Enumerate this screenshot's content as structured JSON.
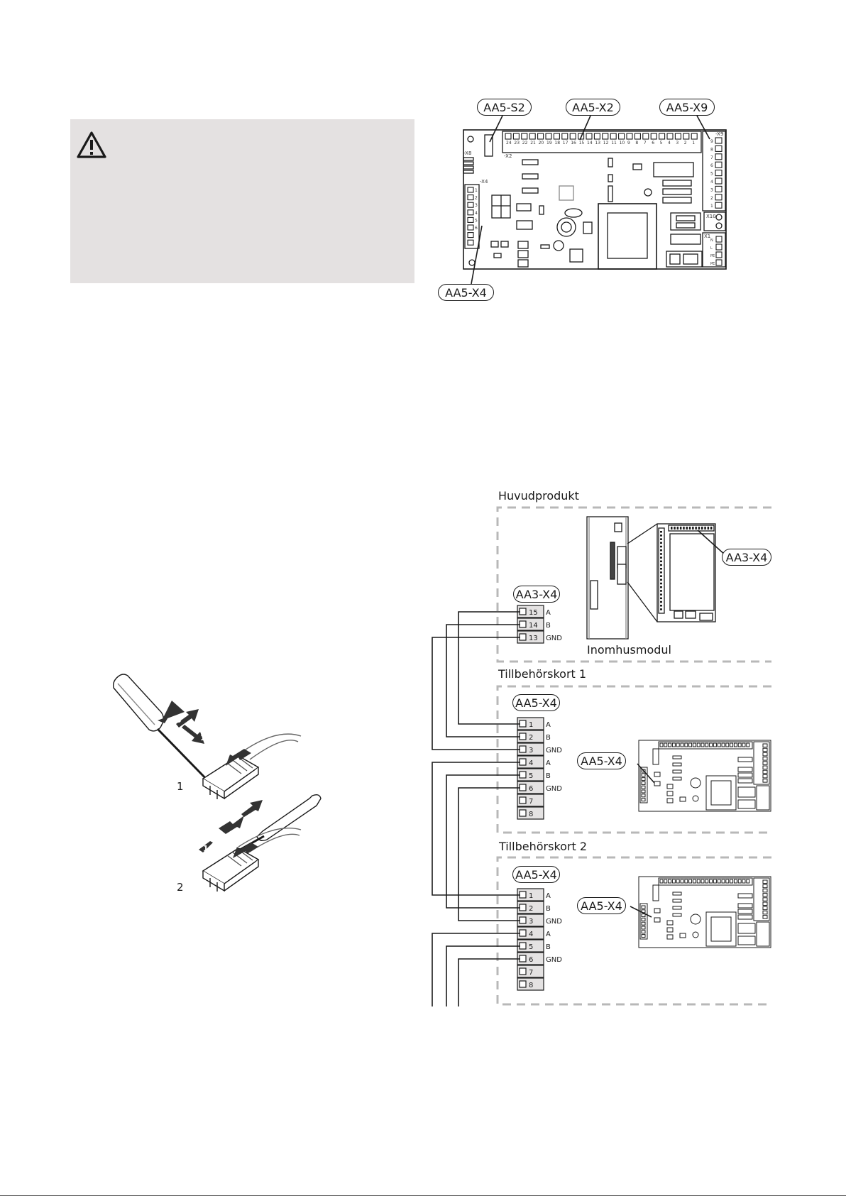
{
  "board_diagram": {
    "callouts": {
      "s2": "AA5-S2",
      "x2": "AA5-X2",
      "x9": "AA5-X9",
      "x4": "AA5-X4"
    },
    "pin_labels": {
      "x8": "-X8",
      "x2": "-X2",
      "x9": "-X9",
      "x4": "-X4",
      "x10": "X10",
      "x1": "X1",
      "x2_numbers": [
        "24",
        "23",
        "22",
        "21",
        "20",
        "19",
        "18",
        "17",
        "16",
        "15",
        "14",
        "13",
        "12",
        "11",
        "10",
        "9",
        "8",
        "7",
        "6",
        "5",
        "4",
        "3",
        "2",
        "1"
      ],
      "x9_numbers": [
        "9",
        "8",
        "7",
        "6",
        "5",
        "4",
        "3",
        "2",
        "1"
      ],
      "x4_numbers": [
        "1",
        "2",
        "3",
        "4",
        "5",
        "6"
      ],
      "x1_pins": [
        "N",
        "L",
        "PE",
        "PE"
      ]
    }
  },
  "tool_figure": {
    "step_1": "1",
    "step_2": "2",
    "arrows_1": [
      "3",
      "1",
      "2"
    ],
    "arrows_2": [
      "2",
      "4",
      "1",
      "3"
    ]
  },
  "wiring": {
    "main": {
      "title": "Huvudprodukt",
      "module_label": "Inomhusmodul",
      "callout_terminal": "AA3-X4",
      "callout_board": "AA3-X4",
      "terminals": [
        {
          "num": "15",
          "sig": "A"
        },
        {
          "num": "14",
          "sig": "B"
        },
        {
          "num": "13",
          "sig": "GND"
        }
      ]
    },
    "acc1": {
      "title": "Tillbehörskort 1",
      "callout_terminal": "AA5-X4",
      "callout_board": "AA5-X4",
      "terminals": [
        {
          "num": "1",
          "sig": "A"
        },
        {
          "num": "2",
          "sig": "B"
        },
        {
          "num": "3",
          "sig": "GND"
        },
        {
          "num": "4",
          "sig": "A"
        },
        {
          "num": "5",
          "sig": "B"
        },
        {
          "num": "6",
          "sig": "GND"
        },
        {
          "num": "7",
          "sig": ""
        },
        {
          "num": "8",
          "sig": ""
        }
      ]
    },
    "acc2": {
      "title": "Tillbehörskort 2",
      "callout_terminal": "AA5-X4",
      "callout_board": "AA5-X4",
      "terminals": [
        {
          "num": "1",
          "sig": "A"
        },
        {
          "num": "2",
          "sig": "B"
        },
        {
          "num": "3",
          "sig": "GND"
        },
        {
          "num": "4",
          "sig": "A"
        },
        {
          "num": "5",
          "sig": "B"
        },
        {
          "num": "6",
          "sig": "GND"
        },
        {
          "num": "7",
          "sig": ""
        },
        {
          "num": "8",
          "sig": ""
        }
      ]
    }
  }
}
